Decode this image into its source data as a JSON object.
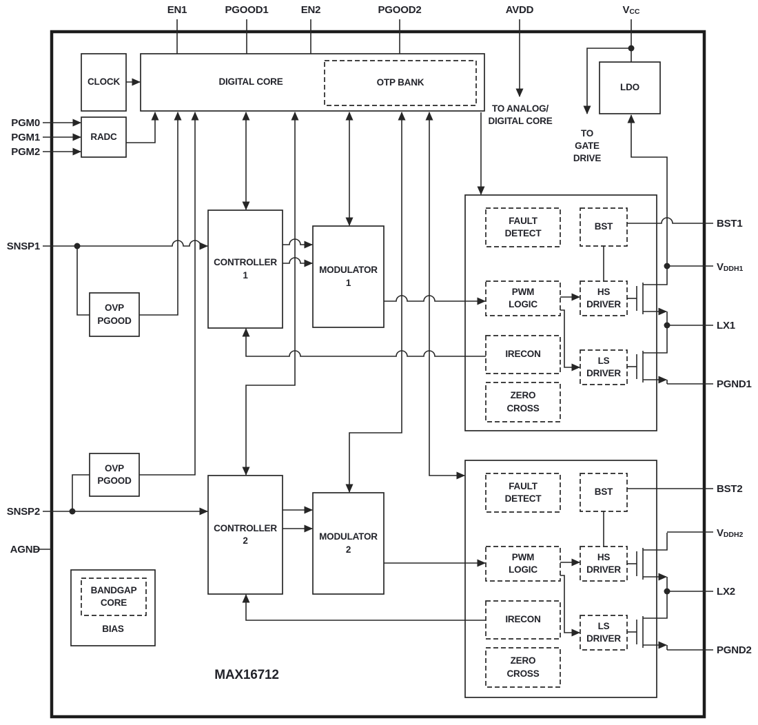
{
  "title": "MAX16712",
  "pins": {
    "top": [
      {
        "label": "EN1"
      },
      {
        "label": "PGOOD1"
      },
      {
        "label": "EN2"
      },
      {
        "label": "PGOOD2"
      },
      {
        "label": "AVDD"
      },
      {
        "label": "V",
        "sub": "CC"
      }
    ],
    "left": [
      {
        "label": "PGM0"
      },
      {
        "label": "PGM1"
      },
      {
        "label": "PGM2"
      },
      {
        "label": "SNSP1"
      },
      {
        "label": "SNSP2"
      },
      {
        "label": "AGND"
      }
    ],
    "right": [
      {
        "label": "BST1"
      },
      {
        "label": "V",
        "sub": "DDH1"
      },
      {
        "label": "LX1"
      },
      {
        "label": "PGND1"
      },
      {
        "label": "BST2"
      },
      {
        "label": "V",
        "sub": "DDH2"
      },
      {
        "label": "LX2"
      },
      {
        "label": "PGND2"
      }
    ]
  },
  "blocks": {
    "clock": "CLOCK",
    "radc": "RADC",
    "digital_core": "DIGITAL CORE",
    "otp_bank": "OTP BANK",
    "ldo": "LDO",
    "ovp_pgood_1": "OVP\nPGOOD",
    "ovp_pgood_2": "OVP\nPGOOD",
    "controller_1": "CONTROLLER\n1",
    "controller_2": "CONTROLLER\n2",
    "modulator_1": "MODULATOR\n1",
    "modulator_2": "MODULATOR\n2",
    "bandgap_core": "BANDGAP\nCORE",
    "bias": "BIAS"
  },
  "power_stage_1": {
    "fault_detect": "FAULT\nDETECT",
    "bst": "BST",
    "pwm_logic": "PWM\nLOGIC",
    "hs_driver": "HS\nDRIVER",
    "irecon": "IRECON",
    "ls_driver": "LS\nDRIVER",
    "zero_cross": "ZERO\nCROSS"
  },
  "power_stage_2": {
    "fault_detect": "FAULT\nDETECT",
    "bst": "BST",
    "pwm_logic": "PWM\nLOGIC",
    "hs_driver": "HS\nDRIVER",
    "irecon": "IRECON",
    "ls_driver": "LS\nDRIVER",
    "zero_cross": "ZERO\nCROSS"
  },
  "annotations": {
    "avdd_dest": "TO ANALOG/\nDIGITAL CORE",
    "vcc_dest": "TO\nGATE\nDRIVE"
  }
}
